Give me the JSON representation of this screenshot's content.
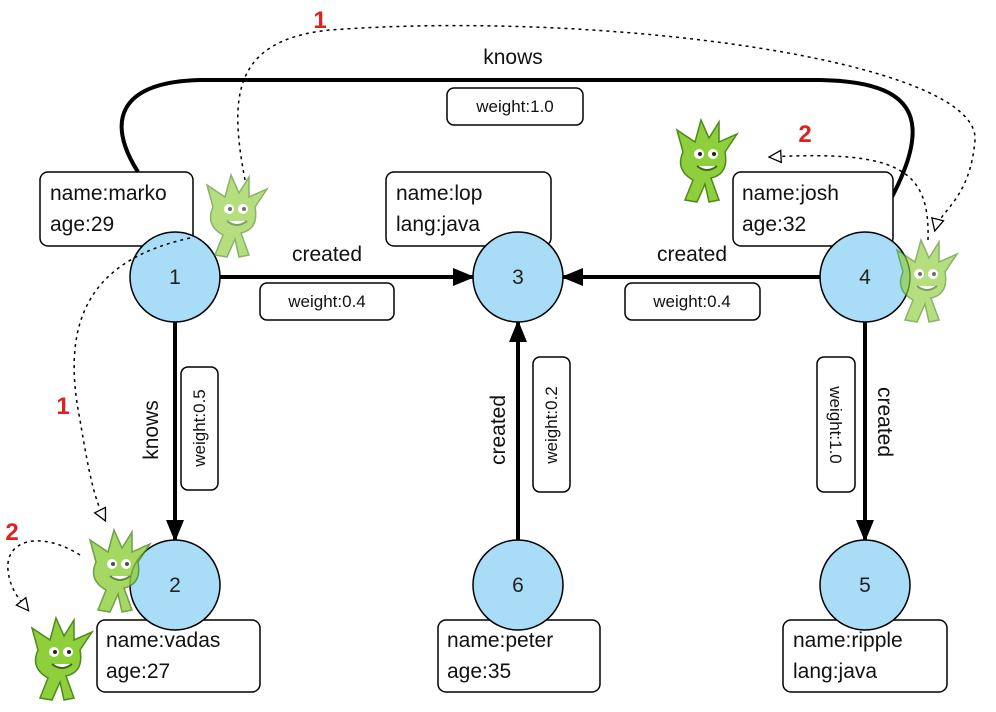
{
  "colors": {
    "vertex_fill": "#a9dcf6",
    "step_number": "#dd2222",
    "gremlin": "#8fcf3c"
  },
  "vertices": [
    {
      "id": "1",
      "props": [
        "name:marko",
        "age:29"
      ]
    },
    {
      "id": "2",
      "props": [
        "name:vadas",
        "age:27"
      ]
    },
    {
      "id": "3",
      "props": [
        "name:lop",
        "lang:java"
      ]
    },
    {
      "id": "4",
      "props": [
        "name:josh",
        "age:32"
      ]
    },
    {
      "id": "5",
      "props": [
        "name:ripple",
        "lang:java"
      ]
    },
    {
      "id": "6",
      "props": [
        "name:peter",
        "age:35"
      ]
    }
  ],
  "edges": [
    {
      "from": "1",
      "to": "4",
      "label": "knows",
      "weight": "weight:1.0"
    },
    {
      "from": "1",
      "to": "3",
      "label": "created",
      "weight": "weight:0.4"
    },
    {
      "from": "4",
      "to": "3",
      "label": "created",
      "weight": "weight:0.4"
    },
    {
      "from": "1",
      "to": "2",
      "label": "knows",
      "weight": "weight:0.5"
    },
    {
      "from": "6",
      "to": "3",
      "label": "created",
      "weight": "weight:0.2"
    },
    {
      "from": "4",
      "to": "5",
      "label": "created",
      "weight": "weight:1.0"
    }
  ],
  "traversal_steps": [
    "1",
    "2",
    "1",
    "2"
  ],
  "icons": [
    "gremlin-icon"
  ]
}
